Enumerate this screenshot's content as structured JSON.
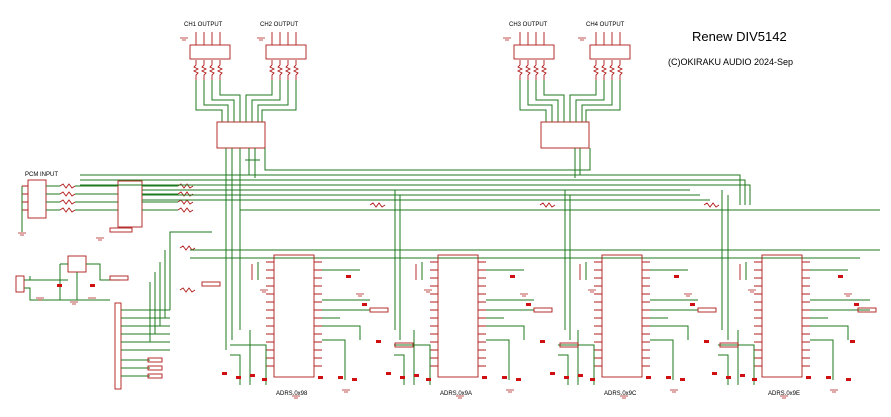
{
  "title": "Renew DIV5142",
  "copyright": "(C)OKIRAKU AUDIO 2024-Sep",
  "outputs": [
    "CH1 OUTPUT",
    "CH2 OUTPUT",
    "CH3 OUTPUT",
    "CH4 OUTPUT"
  ],
  "input_label": "PCM INPUT",
  "dac_addresses": [
    "ADRS.0x98",
    "ADRS.0x9A",
    "ADRS.0x9C",
    "ADRS.0x9E"
  ],
  "colors": {
    "wire": "#1c7a1c",
    "part": "#b01818",
    "text": "#000000"
  }
}
